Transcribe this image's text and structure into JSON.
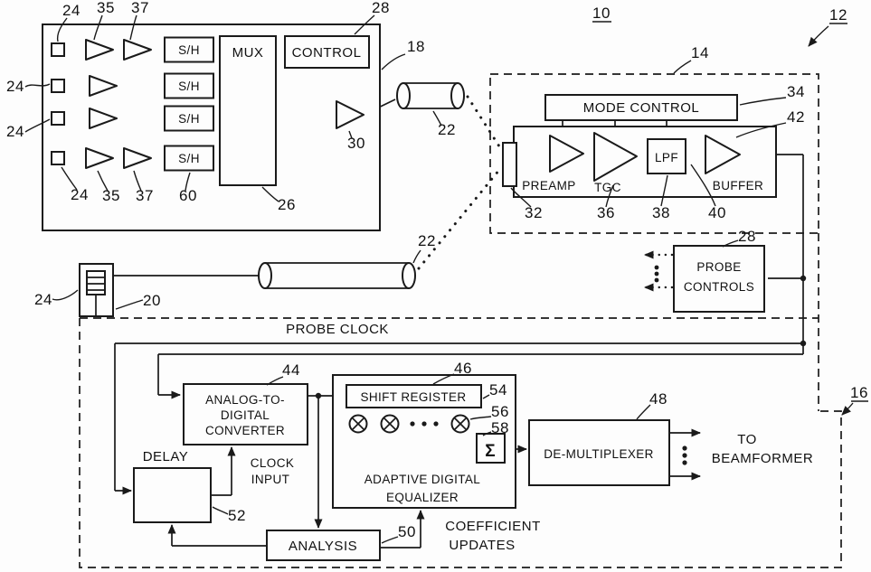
{
  "figure": {
    "refs": {
      "r10": "10",
      "r12": "12",
      "r14": "14",
      "r16": "16",
      "r18": "18",
      "r20": "20",
      "r22": "22",
      "r24": "24",
      "r26": "26",
      "r28": "28",
      "r30": "30",
      "r32": "32",
      "r34": "34",
      "r35": "35",
      "r36": "36",
      "r37": "37",
      "r38": "38",
      "r40": "40",
      "r42": "42",
      "r44": "44",
      "r46": "46",
      "r48": "48",
      "r50": "50",
      "r52": "52",
      "r54": "54",
      "r56": "56",
      "r58": "58",
      "r60": "60"
    },
    "blocks": {
      "sh": "S/H",
      "mux": "MUX",
      "control": "CONTROL",
      "mode_control": "MODE CONTROL",
      "preamp": "PREAMP",
      "tgc": "TGC",
      "lpf": "LPF",
      "buffer": "BUFFER",
      "probe_controls_line1": "PROBE",
      "probe_controls_line2": "CONTROLS",
      "probe_clock": "PROBE CLOCK",
      "adc_line1": "ANALOG-TO-",
      "adc_line2": "DIGITAL",
      "adc_line3": "CONVERTER",
      "shift_register": "SHIFT REGISTER",
      "sigma": "Σ",
      "equalizer_line1": "ADAPTIVE DIGITAL",
      "equalizer_line2": "EQUALIZER",
      "demultiplexer": "DE-MULTIPLEXER",
      "delay": "DELAY",
      "clock_input_line1": "CLOCK",
      "clock_input_line2": "INPUT",
      "analysis": "ANALYSIS",
      "to_beamformer_line1": "TO",
      "to_beamformer_line2": "BEAMFORMER",
      "coefficient_line1": "COEFFICIENT",
      "coefficient_line2": "UPDATES"
    }
  }
}
